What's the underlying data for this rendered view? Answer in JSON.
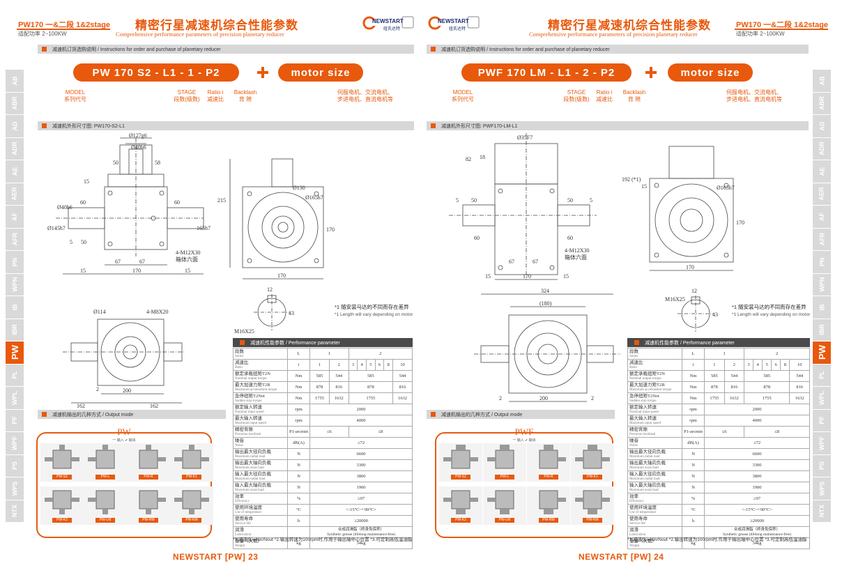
{
  "left": {
    "series": "PW170 一&二段 1&2stage",
    "power": "适配功率 2~100KW",
    "title": "精密行星减速机综合性能参数",
    "subtitle": "Comprehensive performance parameters of precision planetary reducer",
    "order_section": "减速机订货选购说明 / Instructions for order and purchase of planetary reducer",
    "order_code": "PW 170  S2 -  L1 - 1 -  P2",
    "motor_size": "motor size",
    "label_model": [
      "MODEL",
      "系列代号"
    ],
    "label_stage": [
      "STAGE",
      "段数(级数)"
    ],
    "label_ratio": [
      "Ratio i",
      "减速比"
    ],
    "label_backlash": [
      "Backlash",
      "背 隙"
    ],
    "label_motor": [
      "伺服电机、交流电机、",
      "步进电机、直流电机等"
    ],
    "dim_section": "减速机外形尺寸图: PW170-S2-L1",
    "output_section": "减速机输出的几种方式 / Output mode",
    "om_title": "PW",
    "om_io": "一 输入 ✔ 输出",
    "om_cells": [
      "PW-S2",
      "PW-L",
      "PW-R",
      "PW-K1",
      "PW-K2",
      "PW-LM",
      "PW-RM",
      "PW-KM"
    ],
    "footer": "NEWSTART [PW] 23",
    "dims": {
      "d127g6": "Ø127g6",
      "d40h6": "Ø40h6",
      "d50": "50",
      "d58": "58",
      "d15": "15",
      "d60": "60",
      "d40h6b": "Ø40h6",
      "d145h7": "Ø145h7",
      "d165h7": "165h7",
      "d67": "67",
      "d5": "5",
      "d50b": "50",
      "d170": "170",
      "d4m12": "4-M12X30",
      "box": "箱体六面",
      "d215": "215",
      "d130": "Ø130",
      "d165h7b": "Ø165h7",
      "d170b": "170",
      "d114": "Ø114",
      "d4m8": "4-M8X20",
      "d200": "200",
      "d162": "162",
      "d2": "2",
      "d43": "43",
      "d12": "12",
      "m16": "M16X25"
    }
  },
  "right": {
    "series": "PW170 一&二段 1&2stage",
    "power": "适配功率 2~100KW",
    "title": "精密行星减速机综合性能参数",
    "subtitle": "Comprehensive performance parameters of precision planetary reducer",
    "order_section": "减速机订货选购说明 / Instructions for order and purchase of planetary reducer",
    "order_code": "PWF 170  LM -  L1 - 2 -  P2",
    "motor_size": "motor size",
    "label_model": [
      "MODEL",
      "系列代号"
    ],
    "label_stage": [
      "STAGE",
      "段数(级数)"
    ],
    "label_ratio": [
      "Ratio i",
      "减速比"
    ],
    "label_backlash": [
      "Backlash",
      "背 隙"
    ],
    "label_motor": [
      "伺服电机、交流电机、",
      "步进电机、直流电机等"
    ],
    "dim_section": "减速机外形尺寸图: PWF170-LM-L1",
    "output_section": "减速机输出的几种方式 / Output mode",
    "om_title": "PWF",
    "om_io": "一 输入 ✔ 输出",
    "om_cells": [
      "PW-S2",
      "PW-L",
      "PW-R",
      "PW-K1",
      "PW-K2",
      "PW-LM",
      "PW-RM",
      "PW-KM"
    ],
    "footer": "NEWSTART [PW] 24",
    "dims": {
      "d35f7": "Ø35F7",
      "d82": "82",
      "d18": "18",
      "d324": "324",
      "d180": "(180)",
      "d192": "192 (*1)",
      "d15": "15",
      "d165h7": "Ø165h7",
      "d170": "170",
      "d60": "60",
      "d200": "200",
      "d2": "2",
      "d5": "5",
      "d50": "50",
      "d67": "67",
      "d4m12": "4-M12X30",
      "box": "箱体六面",
      "m16": "M16X25",
      "d12": "12",
      "d43": "43"
    }
  },
  "logo": {
    "brand": "NEWSTART",
    "cn": "纽氏达特"
  },
  "side_tabs": [
    "AB",
    "ABR",
    "AD",
    "ADR",
    "AE",
    "AER",
    "AF",
    "AFR",
    "PN",
    "WPN",
    "IB",
    "IBR",
    "PW",
    "PL",
    "WPL",
    "PF",
    "WPF",
    "PS",
    "WPS",
    "NTX"
  ],
  "active_tab": "PW",
  "note": {
    "cn": "*1 随安装马达的不同而存在差异",
    "en": "*1 Length will vary depending on motor"
  },
  "perf": {
    "header": "减速机性能参数 / Performance parameter",
    "rows": [
      {
        "cn": "段数",
        "en": "Series",
        "unit": "L",
        "cells": [
          [
            "1",
            2
          ],
          [
            "2",
            6
          ]
        ]
      },
      {
        "cn": "减速比",
        "en": "Ratio",
        "unit": "i",
        "cells": [
          [
            "1",
            1
          ],
          [
            "2",
            1
          ],
          [
            "3",
            1
          ],
          [
            "4",
            1
          ],
          [
            "5",
            1
          ],
          [
            "6",
            1
          ],
          [
            "8",
            1
          ],
          [
            "10",
            1
          ]
        ]
      },
      {
        "cn": "额定承载扭矩T2N",
        "en": "Nominal output torque",
        "unit": "Nm",
        "cells": [
          [
            "585",
            1
          ],
          [
            "544",
            1
          ],
          [
            "585",
            5
          ],
          [
            "544",
            1
          ]
        ]
      },
      {
        "cn": "最大加速力矩T2B",
        "en": "Maximum acceleration torque",
        "unit": "Nm",
        "cells": [
          [
            "878",
            1
          ],
          [
            "816",
            1
          ],
          [
            "878",
            5
          ],
          [
            "816",
            1
          ]
        ]
      },
      {
        "cn": "急停扭矩T2Not",
        "en": "Sudden stop torque",
        "unit": "Nm",
        "cells": [
          [
            "1755",
            1
          ],
          [
            "1632",
            1
          ],
          [
            "1755",
            5
          ],
          [
            "1632",
            1
          ]
        ]
      },
      {
        "cn": "额定输入转速",
        "en": "Nominal input speed",
        "unit": "rpm",
        "cells": [
          [
            "2000",
            8
          ]
        ]
      },
      {
        "cn": "最大输入转速",
        "en": "Maximum input speed",
        "unit": "rpm",
        "cells": [
          [
            "4000",
            8
          ]
        ]
      },
      {
        "cn": "精密背隙",
        "en": "Precision backlash",
        "unit": "P1-arcmin",
        "cells": [
          [
            "≤6",
            2
          ],
          [
            "≤8",
            6
          ]
        ]
      },
      {
        "cn": "噪音",
        "en": "Noise",
        "unit": "dB(A)",
        "cells": [
          [
            "≤72",
            8
          ]
        ]
      },
      {
        "cn": "输出最大径向负载",
        "en": "Maximum radial load",
        "unit": "N",
        "cells": [
          [
            "6600",
            8
          ]
        ]
      },
      {
        "cn": "输出最大轴向负载",
        "en": "Maximum axial load",
        "unit": "N",
        "cells": [
          [
            "3300",
            8
          ]
        ]
      },
      {
        "cn": "输入最大径向负载",
        "en": "Maximum radial load",
        "unit": "N",
        "cells": [
          [
            "3800",
            8
          ]
        ]
      },
      {
        "cn": "输入最大轴向负载",
        "en": "Maximum axial load",
        "unit": "N",
        "cells": [
          [
            "1900",
            8
          ]
        ]
      },
      {
        "cn": "效率",
        "en": "Efficiency",
        "unit": "%",
        "cells": [
          [
            "≥97",
            8
          ]
        ]
      },
      {
        "cn": "使用环境温度",
        "en": "Use of temperature",
        "unit": "°C",
        "cells": [
          [
            "<-15°C~+90°C>",
            8
          ]
        ]
      },
      {
        "cn": "使用寿命",
        "en": "Service life",
        "unit": "h",
        "cells": [
          [
            "≥20000",
            8
          ]
        ]
      },
      {
        "cn": "润滑",
        "en": "Lubrication",
        "unit": "",
        "cells": [
          [
            "合成润滑脂（终身免保养）\nSynthetic grease (lifelong maintenance-free)",
            8
          ]
        ]
      },
      {
        "cn": "重量（大概）",
        "en": "Weight",
        "unit": "kg",
        "cells": [
          [
            "34kg",
            8
          ]
        ]
      }
    ]
  },
  "footnote": "*1.减速比i=Nin/Nout *2.输出转速为100rpm时,作用于输出轴中心位置 *3.可定制高低温油脂"
}
